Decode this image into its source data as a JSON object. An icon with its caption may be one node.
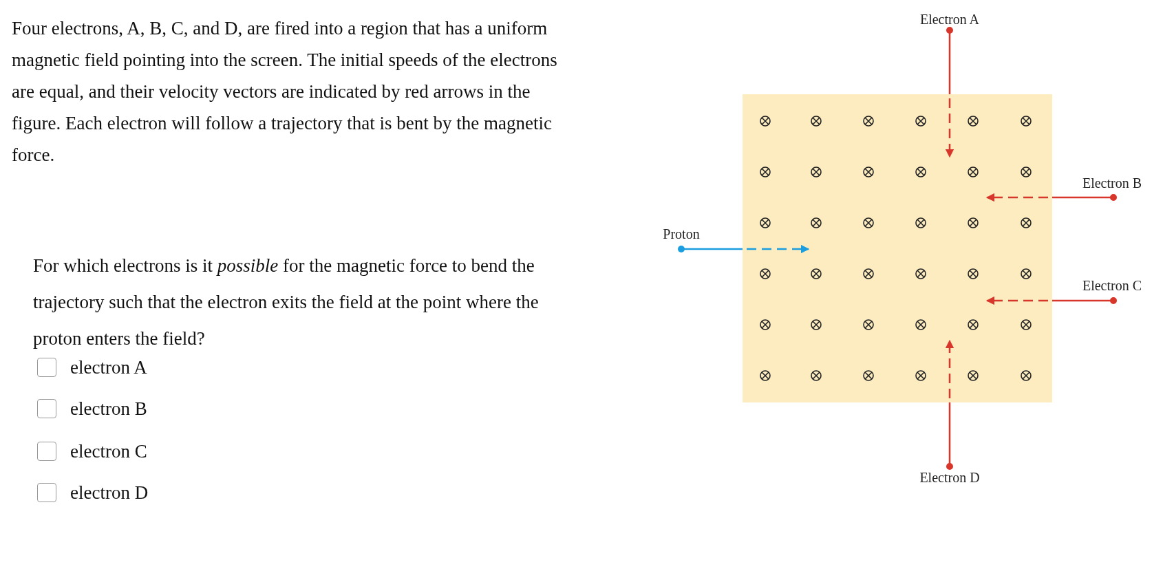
{
  "diagram": {
    "nodes": [
      {
        "text": [
          "Electron A"
        ]
      },
      {
        "text": [
          "Electron B"
        ]
      },
      {
        "text": [
          "Proton"
        ]
      },
      {
        "text": [
          "Electron C"
        ]
      },
      {
        "text": [
          "Electron D"
        ]
      }
    ],
    "edges": [
      {
        "from": 0,
        "to": null,
        "arrow": "to"
      },
      {
        "from": 1,
        "to": null,
        "arrow": "to"
      },
      {
        "from": 2,
        "to": null,
        "arrow": "to",
        "color": "#1b9ee0"
      },
      {
        "from": 3,
        "to": null,
        "arrow": "to"
      },
      {
        "from": 4,
        "to": null,
        "arrow": "to"
      }
    ],
    "labels": [
      "Four electrons, A, B, C, and D, are fired into a region that has a uniform magnetic field pointing into the screen. The initial speeds of the electrons are equal, and their velocity vectors are indicated by red arrows in the figure. Each electron will follow a trajectory that is bent by the magnetic force.",
      "For which electrons is it *possible* for the magnetic force to bend the trajectory such that the electron exits the field at the point where the proton enters the field?",
      "electron A",
      "electron B",
      "electron C",
      "electron D"
    ]
  }
}
